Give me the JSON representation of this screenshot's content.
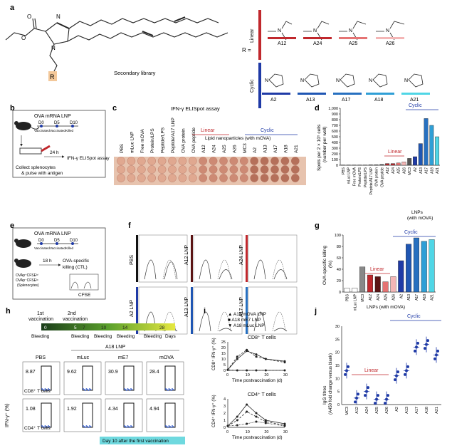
{
  "panels": {
    "a": {
      "letter": "a",
      "substituent": "R",
      "library_label": "Secondary library",
      "r_equals": "R =",
      "groups": [
        {
          "label": "Linear",
          "color": "#c0282d"
        },
        {
          "label": "Cyclic",
          "color": "#1f3aa6"
        }
      ],
      "linear": [
        {
          "name": "A12",
          "color": "#c0282d"
        },
        {
          "name": "A24",
          "color": "#c0282d"
        },
        {
          "name": "A25",
          "color": "#e57373"
        },
        {
          "name": "A26",
          "color": "#f4b6b6"
        }
      ],
      "cyclic": [
        {
          "name": "A2",
          "color": "#1f3aa6"
        },
        {
          "name": "A13",
          "color": "#1f56b3"
        },
        {
          "name": "A17",
          "color": "#2770c0"
        },
        {
          "name": "A18",
          "color": "#2f9fd6"
        },
        {
          "name": "A21",
          "color": "#4fd6e6"
        }
      ]
    },
    "b": {
      "letter": "b",
      "title": "OVA mRNA LNP",
      "days": [
        "D0",
        "D5",
        "D10"
      ],
      "events": [
        "Vaccinated",
        "Vaccinated",
        "Killed"
      ],
      "time": "24 h",
      "assay": "IFN-γ ELISpot assay",
      "collect1": "Collect splenocytes",
      "collect2": "& pulse with antigen"
    },
    "c": {
      "letter": "c",
      "title": "IFN-γ ELISpot assay",
      "columns": [
        "PBS",
        "mLuc LNP",
        "Free mOVA",
        "Protein/LPS",
        "Peptide/LPS",
        "Peptide/A17 LNP",
        "OVA protein",
        "OVA peptide",
        "A12",
        "A24",
        "A25",
        "A26",
        "MC3",
        "A2",
        "A13",
        "A17",
        "A18",
        "A21"
      ],
      "linear": "Linear",
      "cyclic": "Cyclic",
      "lnp_label": "Lipid nanoparticles (with mOVA)"
    },
    "d": {
      "letter": "d",
      "ylabel1": "Spots per 2 × 10⁵ cells",
      "ylabel2": "(number per well)",
      "yticks": [
        "0",
        "100",
        "200",
        "300",
        "400",
        "500",
        "600",
        "700",
        "800",
        "900",
        "1,000"
      ],
      "xlabel1": "LNPs",
      "xlabel2": "(with mOVA)",
      "linear": "Linear",
      "cyclic": "Cyclic"
    },
    "e": {
      "letter": "e",
      "title": "OVA mRNA LNP",
      "days": [
        "D0",
        "D5",
        "D10"
      ],
      "events": [
        "Vaccinated",
        "Vaccinated",
        "Killed"
      ],
      "time": "18 h",
      "assay1": "OVA-specific",
      "assay2": "killing (CTL)",
      "cells1": "OVAp⁺CFSEʰⁱ",
      "cells2": "OVAp⁻CFSEˡᵒ",
      "cells3": "(Splenocytes)",
      "axis": "CFSE"
    },
    "f": {
      "letter": "f",
      "labels": [
        "PBS",
        "A12 LNP",
        "A24 LNP",
        "A2 LNP",
        "A13 LNP",
        "A17 LNP"
      ],
      "colors": [
        "#111111",
        "#5b1414",
        "#c0282d",
        "#1f3aa6",
        "#1f56b3",
        "#2770c0"
      ]
    },
    "g": {
      "letter": "g",
      "ylabel1": "OVA-specific killing",
      "ylabel2": "(%)",
      "yticks": [
        "0",
        "20",
        "40",
        "60",
        "80",
        "100"
      ],
      "xlabel": "LNPs (with mOVA)",
      "linear": "Linear",
      "cyclic": "Cyclic"
    },
    "h": {
      "letter": "h",
      "vac1a": "1st",
      "vac1b": "vaccination",
      "vac2a": "2nd",
      "vac2b": "vaccination",
      "timeline": [
        "0",
        "5",
        "7",
        "10",
        "14",
        "28"
      ],
      "days": "Days",
      "bleeding": [
        "Bleeding",
        "Bleeding",
        "Bleeding",
        "Bleeding",
        "Bleeding"
      ],
      "lnp": "A18 LNP",
      "groups": [
        "PBS",
        "mLuc",
        "mE7",
        "mOVA"
      ],
      "cd8_vals": [
        "8.87",
        "9.62",
        "30.9",
        "28.4"
      ],
      "cd4_vals": [
        "1.08",
        "1.92",
        "4.34",
        "4.94"
      ],
      "cd8": "CD8⁺ T cells",
      "cd4": "CD4⁺ T cells",
      "ylabel": "IFN-γ⁺ (%)",
      "footer": "Day 10 after the first vaccination"
    },
    "i": {
      "letter": "i",
      "legend": [
        "A18 mOVA LNP",
        "A18 mE7 LNP",
        "A18 mLuc LNP"
      ],
      "t1": "CD8⁺ T cells",
      "t2": "CD4⁺ T cells",
      "y1": "CD8⁺ IFN-γ⁺ (%)",
      "y2": "CD4⁺ IFN-γ⁺ (%)",
      "xlabel": "Time postvaccination (d)",
      "y1ticks": [
        "0",
        "5",
        "10",
        "15",
        "20",
        "25"
      ],
      "y2ticks": [
        "0",
        "1",
        "2",
        "3",
        "4"
      ],
      "xticks": [
        "0",
        "10",
        "20",
        "30"
      ]
    },
    "j": {
      "letter": "j",
      "ylabel1": "IgG titres",
      "ylabel2": "(A450 fold change versus blank)",
      "yticks": [
        "0",
        "5",
        "10",
        "15",
        "20",
        "25",
        "30"
      ],
      "linear": "Linear",
      "cyclic": "Cyclic"
    }
  },
  "chart_data": [
    {
      "type": "bar",
      "panel": "d",
      "categories": [
        "PBS",
        "mLuc LNP",
        "Free mOVA",
        "Protein/LPS",
        "Peptide/LPS",
        "Peptide/A17 LNP",
        "OVA protein",
        "OVA peptide",
        "A12",
        "A24",
        "A25",
        "A26",
        "MC3",
        "A2",
        "A13",
        "A17",
        "A18",
        "A21"
      ],
      "values": [
        5,
        5,
        5,
        5,
        5,
        8,
        10,
        15,
        30,
        30,
        40,
        60,
        120,
        150,
        380,
        820,
        700,
        500
      ],
      "ylim": [
        0,
        1000
      ],
      "colors": [
        "#555",
        "#555",
        "#555",
        "#555",
        "#555",
        "#555",
        "#555",
        "#555",
        "#c0282d",
        "#c0282d",
        "#e57373",
        "#f4b6b6",
        "#555",
        "#1f3aa6",
        "#1f56b3",
        "#2770c0",
        "#2f9fd6",
        "#4fd6e6"
      ]
    },
    {
      "type": "bar",
      "panel": "g",
      "categories": [
        "PBS",
        "mLuc LNP",
        "MC3",
        "A12",
        "A24",
        "A25",
        "A26",
        "A2",
        "A13",
        "A17",
        "A18",
        "A21"
      ],
      "values": [
        7,
        7,
        44,
        30,
        27,
        18,
        27,
        55,
        84,
        95,
        89,
        92
      ],
      "ylim": [
        0,
        100
      ],
      "colors": [
        "#ffffff",
        "#ffffff",
        "#888888",
        "#c0282d",
        "#5b1414",
        "#e57373",
        "#f4b6b6",
        "#1f3aa6",
        "#1f56b3",
        "#2770c0",
        "#2f9fd6",
        "#4fd6e6"
      ]
    },
    {
      "type": "line",
      "panel": "i-cd8",
      "x": [
        0,
        5,
        10,
        15,
        20,
        30
      ],
      "series": [
        {
          "name": "A18 mOVA LNP",
          "values": [
            0.5,
            10,
            17,
            14,
            10,
            8
          ]
        },
        {
          "name": "A18 mE7 LNP",
          "values": [
            0.5,
            12,
            18,
            12,
            10,
            7
          ]
        },
        {
          "name": "A18 mLuc LNP",
          "values": [
            0.5,
            -2,
            -1,
            0,
            -1,
            -1
          ]
        }
      ],
      "ylim": [
        0,
        25
      ]
    },
    {
      "type": "line",
      "panel": "i-cd4",
      "x": [
        0,
        5,
        10,
        15,
        20,
        30
      ],
      "series": [
        {
          "name": "A18 mOVA LNP",
          "values": [
            0.2,
            1.5,
            3.2,
            2,
            1,
            0.5
          ]
        },
        {
          "name": "A18 mE7 LNP",
          "values": [
            0.2,
            1,
            2.2,
            1.5,
            0.8,
            0.3
          ]
        },
        {
          "name": "A18 mLuc LNP",
          "values": [
            0.2,
            0.3,
            0.5,
            0.8,
            0.6,
            0.2
          ]
        }
      ],
      "ylim": [
        0,
        4
      ]
    },
    {
      "type": "scatter",
      "panel": "j",
      "categories": [
        "MC3",
        "A12",
        "A24",
        "A25",
        "A26",
        "A2",
        "A13",
        "A17",
        "A18",
        "A21"
      ],
      "values": [
        13,
        2.5,
        5,
        2,
        2,
        11,
        13,
        22,
        23,
        19
      ],
      "ylim": [
        0,
        30
      ]
    }
  ]
}
